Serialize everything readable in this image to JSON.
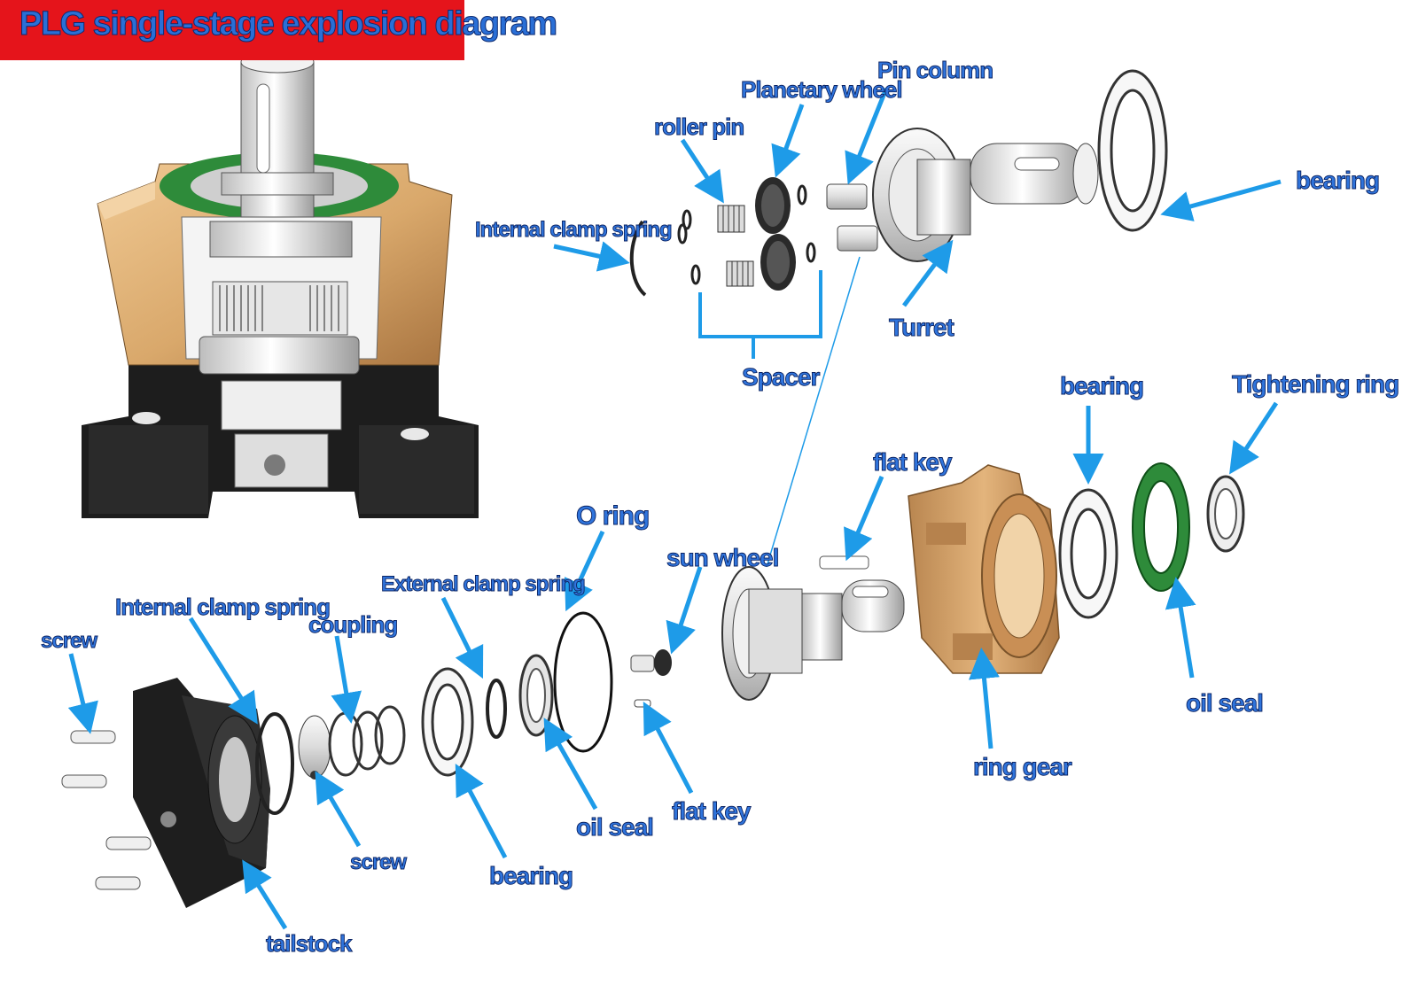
{
  "title": "PLG single-stage explosion diagram",
  "colors": {
    "title_bg": "#e5141b",
    "label_text": "#2f74dc",
    "label_outline": "#0c2463",
    "arrow": "#1e9be8",
    "ring_gear": "#d9a86b",
    "oil_seal": "#2e8b3a",
    "tailstock": "#1e1e1e"
  },
  "labels": {
    "planetary_wheel": "Planetary wheel",
    "pin_column": "Pin column",
    "roller_pin": "roller pin",
    "bearing_top": "bearing",
    "internal_clamp_spring_top": "Internal clamp spring",
    "turret": "Turret",
    "spacer": "Spacer",
    "bearing_mid": "bearing",
    "tightening_ring": "Tightening ring",
    "flat_key_top": "flat key",
    "o_ring": "O ring",
    "sun_wheel": "sun wheel",
    "external_clamp_spring": "External clamp spring",
    "internal_clamp_spring_bottom": "Internal clamp spring",
    "coupling": "coupling",
    "screw_left": "screw",
    "oil_seal_right": "oil seal",
    "ring_gear": "ring gear",
    "flat_key_bottom": "flat key",
    "oil_seal_left": "oil seal",
    "screw_bottom": "screw",
    "bearing_bottom": "bearing",
    "tailstock": "tailstock"
  },
  "icons": [
    "assembled-gearbox-cutaway-icon",
    "planetary-gear-icon",
    "bearing-ring-icon",
    "clamp-spring-icon",
    "screw-icon",
    "shaft-icon"
  ]
}
